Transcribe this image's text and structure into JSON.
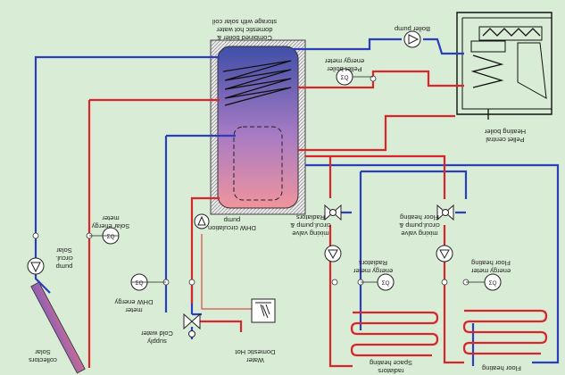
{
  "labels": {
    "combined_boiler": [
      "storage with solar coil",
      "domestic hot water",
      "Combined boiler &"
    ],
    "boiler_pump": "Boiler pump",
    "pellet_meter": [
      "energy meter",
      "Pellet boiler"
    ],
    "heating_boiler": [
      "Heating boiler",
      "Pellet central"
    ],
    "solar_meter": [
      "meter",
      "Solar energy"
    ],
    "dhw_pump": [
      "pump",
      "DHW circulation"
    ],
    "radiators_group": [
      "Radiators",
      "circul.pump &",
      "mixing valve"
    ],
    "floor_group": [
      "Floor heating",
      "circul.pump &",
      "mixing valve"
    ],
    "solar_pump": [
      "Solar",
      "circul.",
      "pump"
    ],
    "dhw_meter": [
      "DHW energy",
      "meter"
    ],
    "radiators_meter": [
      "Radiators",
      "energy meter"
    ],
    "floor_meter": [
      "Floor heating",
      "energy meter"
    ],
    "solar_collectors": [
      "Solar",
      "collectors"
    ],
    "cold_water": [
      "Cold water",
      "supply"
    ],
    "domestic_hot_water": [
      "Domestic Hot",
      "Water"
    ],
    "space_heating": [
      "Space heating",
      "radiators"
    ],
    "floor_heating": "Floor heating",
    "meter_symbol": "ΣQ"
  },
  "colors": {
    "background": "#d9ecd6",
    "hot": "#d8262a",
    "cold": "#2a3fb8",
    "tank_top": "#3f4fa8",
    "tank_bottom": "#f0949c"
  }
}
